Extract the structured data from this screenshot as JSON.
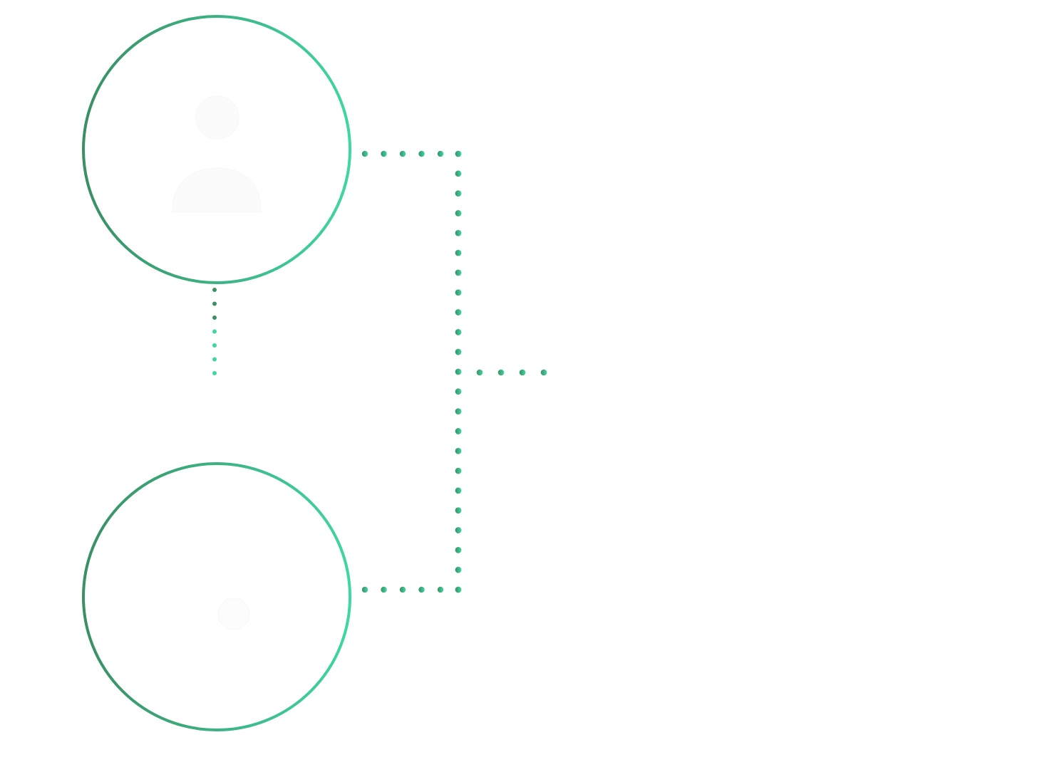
{
  "diagram": {
    "nodes": [
      {
        "id": "top-node",
        "icon": "user-icon"
      },
      {
        "id": "bottom-node",
        "icon": "user-icon"
      }
    ],
    "connectors": [
      {
        "id": "top-node-stem",
        "style": "dotted"
      },
      {
        "id": "top-branch",
        "style": "dotted"
      },
      {
        "id": "bottom-branch",
        "style": "dotted"
      },
      {
        "id": "spine",
        "style": "dotted"
      },
      {
        "id": "output-stub",
        "style": "dotted"
      }
    ]
  },
  "colors": {
    "dark_green": "#3a8f64",
    "light_green": "#3fd6a3",
    "background": "#ffffff",
    "icon_ghost": "#fbfbfb"
  }
}
